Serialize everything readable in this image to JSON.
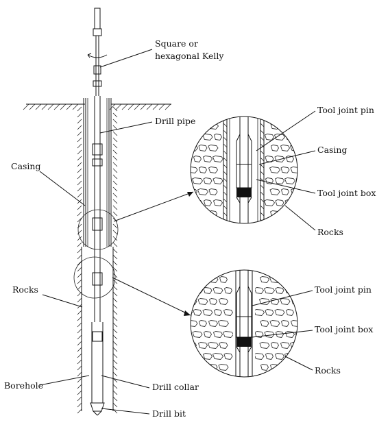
{
  "diagram": {
    "labels": {
      "kelly_line1": "Square or",
      "kelly_line2": "hexagonal Kelly",
      "drill_pipe": "Drill pipe",
      "casing_left": "Casing",
      "rocks_left": "Rocks",
      "borehole": "Borehole",
      "drill_collar": "Drill collar",
      "drill_bit": "Drill bit",
      "top_tool_joint_pin": "Tool joint pin",
      "top_casing": "Casing",
      "top_tool_joint_box": "Tool joint box",
      "top_rocks": "Rocks",
      "bottom_tool_joint_pin": "Tool joint pin",
      "bottom_tool_joint_box": "Tool joint box",
      "bottom_rocks": "Rocks"
    },
    "colors": {
      "line": "#111111",
      "background": "#ffffff",
      "tool_joint_box_fill": "#111111"
    }
  }
}
